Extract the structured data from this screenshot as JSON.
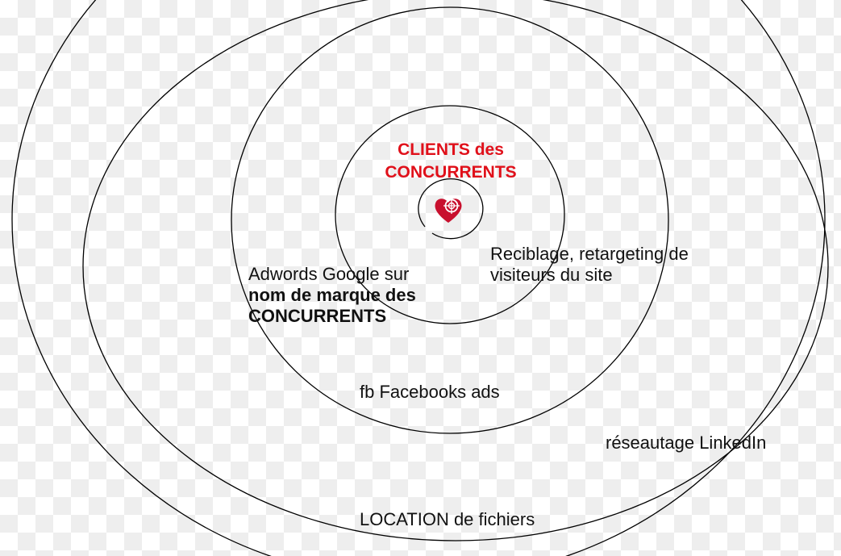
{
  "colors": {
    "accent": "#e0101a",
    "heart": "#c8102e",
    "ring": "#000000"
  },
  "center": {
    "line1": "CLIENTS des",
    "line2": "CONCURRENTS",
    "icon": "heart-target-icon"
  },
  "labels": {
    "retargeting_line1": "Reciblage, retargeting de",
    "retargeting_line2": "visiteurs du site",
    "adwords_line1": "Adwords Google sur",
    "adwords_line2": "nom de marque des",
    "adwords_line3": "CONCURRENTS",
    "facebook": "fb Facebooks ads",
    "linkedin": "réseautage LinkedIn",
    "location": "LOCATION de fichiers"
  }
}
